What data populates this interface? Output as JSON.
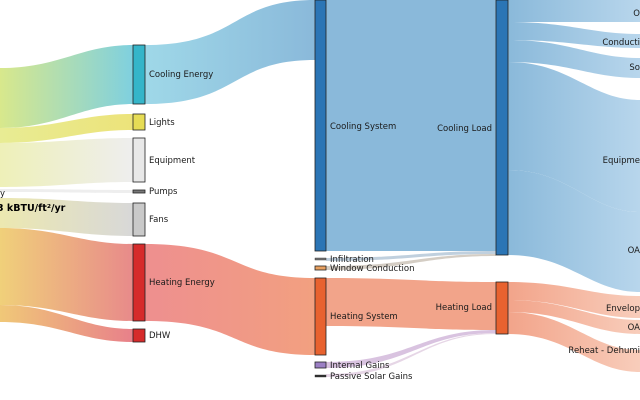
{
  "diagram": {
    "total_label": "3 kBTU/ft²/yr",
    "left_edge_label": "y",
    "colors": {
      "cooling_energy": "#35b5c9",
      "lights": "#e6dc55",
      "equipment": "#e8e8e8",
      "pumps": "#777777",
      "fans": "#c9c9c9",
      "heating_energy": "#d62b2b",
      "dhw": "#d62b2b",
      "cooling_system": "#2b75b5",
      "cooling_load": "#2b75b5",
      "heating_system": "#e8622f",
      "heating_load": "#e8622f",
      "infiltration": "#777777",
      "window_conduction": "#e8a060",
      "internal_gains": "#9b7fc4",
      "passive_solar": "#333333",
      "cool_flow": "#8ab9da",
      "heat_flow": "#f2a48a"
    },
    "source_labels": {
      "cooling_energy": "Cooling Energy",
      "lights": "Lights",
      "equipment": "Equipment",
      "pumps": "Pumps",
      "fans": "Fans",
      "heating_energy": "Heating Energy",
      "dhw": "DHW"
    },
    "system_labels": {
      "cooling_system": "Cooling System",
      "infiltration": "Infiltration",
      "window_conduction": "Window Conduction",
      "heating_system": "Heating System",
      "internal_gains": "Internal Gains",
      "passive_solar": "Passive Solar Gains"
    },
    "load_labels": {
      "cooling_load": "Cooling Load",
      "heating_load": "Heating Load"
    },
    "end_labels": {
      "o1": "O",
      "conduction": "Conducti",
      "so": "So",
      "equipment": "Equipme",
      "oa1": "OA",
      "envelop": "Envelop",
      "oa2": "OA",
      "reheat": "Reheat - Dehumi"
    }
  }
}
